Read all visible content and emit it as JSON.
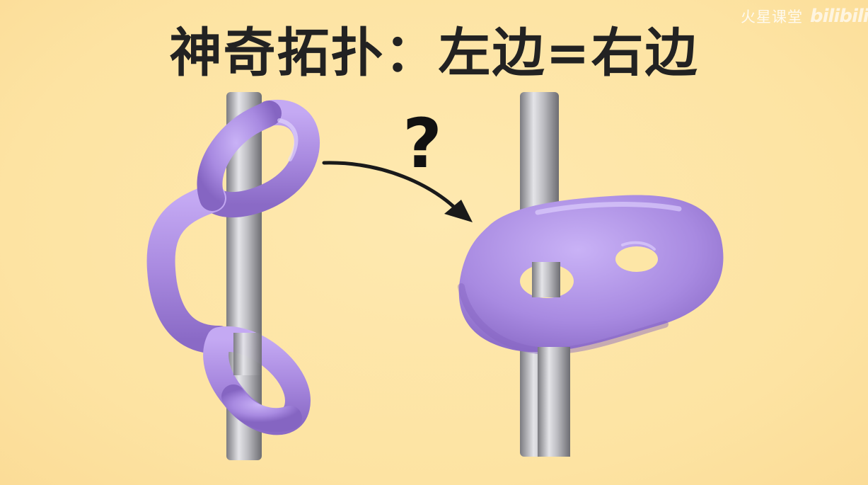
{
  "title": "神奇拓扑：左边=右边",
  "top_subtitle": "",
  "watermark": {
    "channel": "火星课堂",
    "logo": "bilibili"
  },
  "question_mark": "?",
  "colors": {
    "background": "#fde6a6",
    "title": "#222222",
    "pole": "#a9a9ad",
    "shape": "#a98ae0",
    "arrow": "#1a1a1a"
  },
  "icons": {
    "left_shape": "double-loop-knot-icon",
    "right_shape": "two-hole-torus-icon",
    "arrow": "curved-arrow-icon",
    "question": "question-mark-icon"
  }
}
